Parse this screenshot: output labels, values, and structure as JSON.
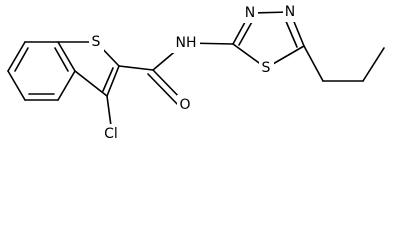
{
  "atoms": {
    "S1": "S",
    "S2": "S",
    "NH": "NH",
    "N1": "N",
    "N2": "N",
    "O": "O",
    "Cl": "Cl"
  }
}
